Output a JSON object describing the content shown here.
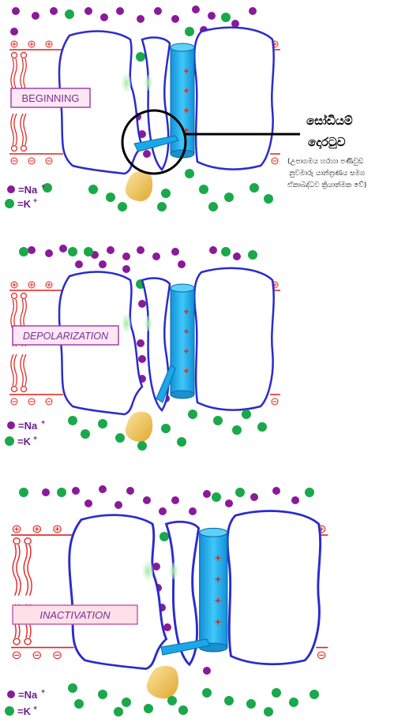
{
  "panels": [
    {
      "label": "BEGINNING",
      "label_style": "normal",
      "label_color": "#7b2d9a"
    },
    {
      "label": "DEPOLARIZATION",
      "label_style": "italic",
      "label_color": "#7b2d9a"
    },
    {
      "label": "INACTIVATION",
      "label_style": "italic",
      "label_color": "#7b2d9a"
    }
  ],
  "legend": {
    "na": "=Na",
    "k": "=K",
    "plus": "+"
  },
  "callout": {
    "title_line1": "සෝඩියම්",
    "title_line2": "දොරටුව",
    "note_line1": "(උපාගමය හරහා පණිවුඩ",
    "note_line2": "නුවමාරු යාන්ත්‍රණය සමග",
    "note_line3": "ඒකාබද්ධව ක්‍රියාත්මක වේ)"
  },
  "colors": {
    "membrane": "#2b2bcc",
    "channel": "#1aa8e8",
    "na_ion": "#8a1a9a",
    "k_ion": "#1aa84a",
    "lipid": "#e02020",
    "gate": "#f0c040",
    "label_bg": "#fde7f2"
  },
  "icons": {
    "plus_charge": "plus-in-circle",
    "minus_charge": "minus-in-circle"
  }
}
